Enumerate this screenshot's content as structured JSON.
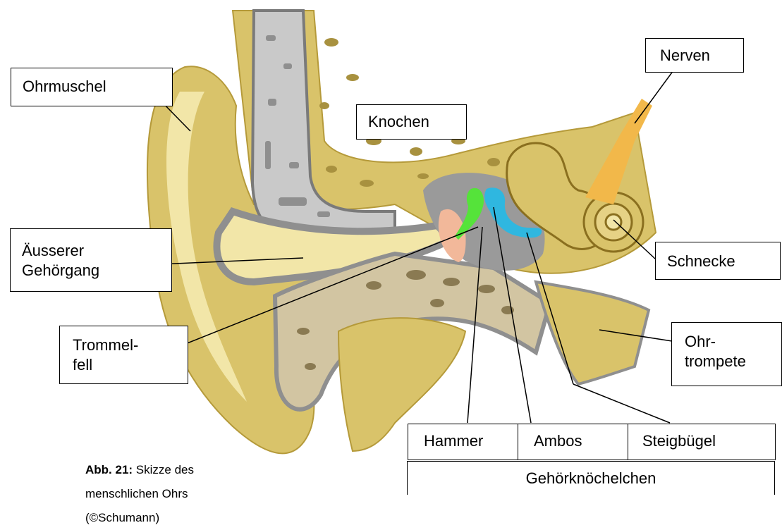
{
  "labels": {
    "ohrmuschel": "Ohrmuschel",
    "knochen": "Knochen",
    "nerven": "Nerven",
    "aeusserer_line1": "Äusserer",
    "aeusserer_line2": "Gehörgang",
    "schnecke": "Schnecke",
    "trommelfell_line1": "Trommel-",
    "trommelfell_line2": "fell",
    "ohrtrompete_line1": "Ohr-",
    "ohrtrompete_line2": "trompete",
    "hammer": "Hammer",
    "ambos": "Ambos",
    "steigbuegel": "Steigbügel",
    "gehoerknoechelchen": "Gehörknöchelchen"
  },
  "caption": {
    "label": "Abb. 21:",
    "text": " Skizze des menschlichen Ohrs",
    "credit": "(©Schumann)"
  },
  "colors": {
    "tissue": "#d9c36a",
    "tissue_light": "#f2e6a8",
    "tissue_dark": "#b59a3a",
    "bone": "#d2c5a2",
    "bone_cell": "#8a7a52",
    "gray": "#8f8f8f",
    "hammer": "#55e33a",
    "ambos": "#2fb7e0",
    "eardrum": "#f2b89a",
    "nerve": "#f2b84a"
  }
}
